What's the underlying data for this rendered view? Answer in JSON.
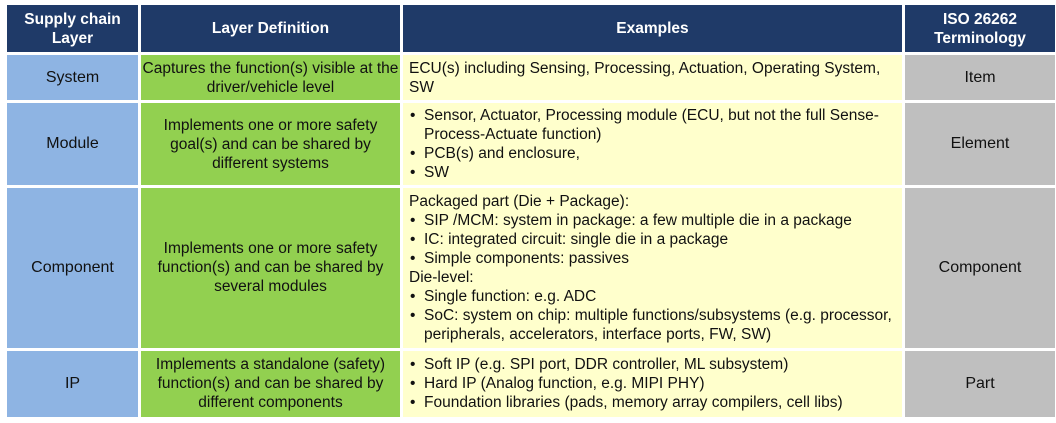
{
  "headers": [
    "Supply chain Layer",
    "Layer Definition",
    "Examples",
    "ISO 26262 Terminology"
  ],
  "rows": [
    {
      "layer": "System",
      "definition": "Captures the function(s) visible at the driver/vehicle level",
      "examples_text": "ECU(s) including Sensing, Processing, Actuation, Operating System, SW",
      "iso": "Item"
    },
    {
      "layer": "Module",
      "definition": "Implements one or more safety goal(s) and can be shared by different systems",
      "examples": [
        "Sensor, Actuator, Processing module (ECU, but not the full Sense-Process-Actuate function)",
        "PCB(s) and enclosure,",
        "SW"
      ],
      "iso": "Element"
    },
    {
      "layer": "Component",
      "definition": "Implements one or more safety function(s) and can be shared by several modules",
      "packaged_heading": "Packaged part (Die + Package):",
      "packaged": [
        "SIP /MCM: system in package: a few multiple die in a package",
        "IC: integrated circuit: single die in a package",
        "Simple components: passives"
      ],
      "die_heading": "Die-level:",
      "die": [
        "Single function: e.g. ADC",
        "SoC: system on chip: multiple functions/subsystems (e.g. processor, peripherals, accelerators, interface ports, FW, SW)"
      ],
      "iso": "Component"
    },
    {
      "layer": "IP",
      "definition": "Implements a standalone (safety) function(s) and can be shared by different components",
      "examples": [
        "Soft IP (e.g. SPI port, DDR controller, ML subsystem)",
        "Hard IP  (Analog function, e.g. MIPI PHY)",
        "Foundation libraries (pads, memory array compilers, cell libs)"
      ],
      "iso": "Part"
    }
  ]
}
